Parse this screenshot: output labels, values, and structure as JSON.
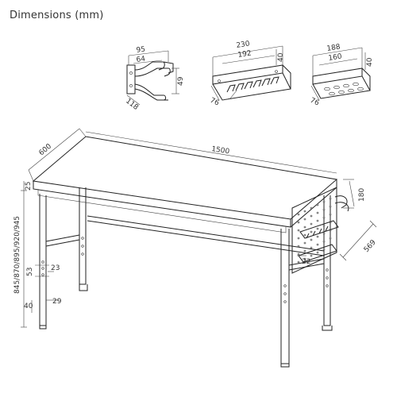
{
  "title": "Dimensions (mm)",
  "colors": {
    "line": "#222222",
    "text": "#333333",
    "background": "#ffffff"
  },
  "accessories": {
    "double_hook": {
      "width_outer": "95",
      "width_inner": "64",
      "height": "49",
      "depth": "118"
    },
    "tool_holder": {
      "length_outer": "230",
      "length_inner": "192",
      "height": "40",
      "depth": "76"
    },
    "screwdriver_holder": {
      "length_outer": "188",
      "length_inner": "160",
      "height": "40",
      "depth": "76"
    }
  },
  "workbench": {
    "depth": "600",
    "length": "1500",
    "top_thickness": "25",
    "height_options": "845/870/895/920/945",
    "leg_offset": "53",
    "leg_step": "23",
    "foot_width": "40",
    "foot_offset": "29",
    "pegboard_height": "180",
    "pegboard_width": "569",
    "pegboard_detail": "22"
  }
}
